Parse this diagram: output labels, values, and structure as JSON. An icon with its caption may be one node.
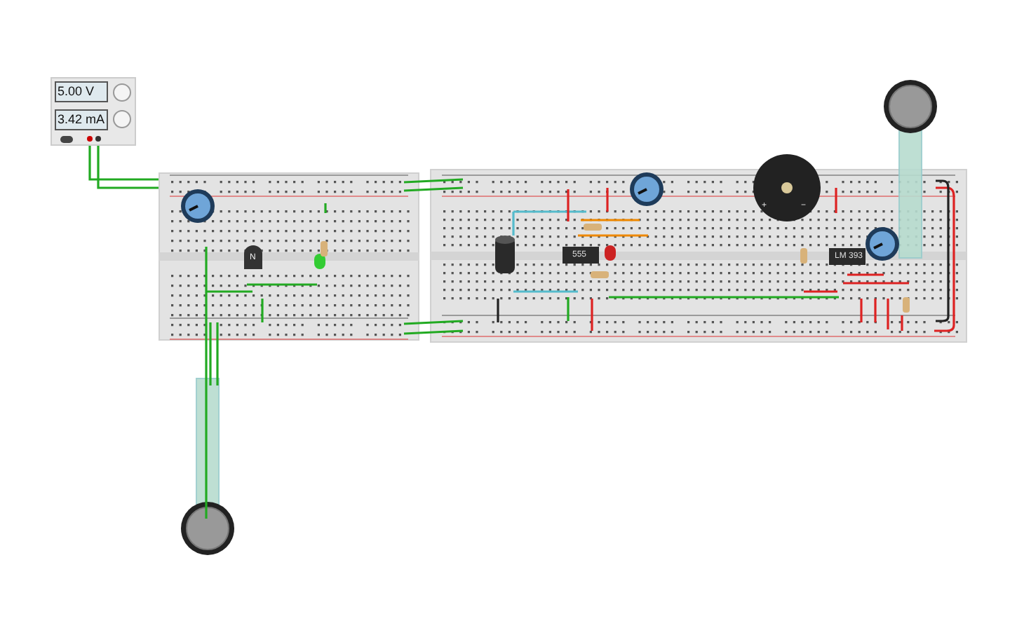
{
  "diagram": {
    "nodes": [
      {
        "text": [
          "5.00 V",
          "3.42 mA"
        ]
      },
      {
        "text": [],
        "shape": "box"
      }
    ],
    "edges": [
      {
        "from": 0,
        "to": 1,
        "arrow": "none"
      },
      {
        "from": 0,
        "to": 1,
        "arrow": "none"
      }
    ],
    "labels": [
      "+",
      "−",
      "N",
      "555",
      "LM 393"
    ]
  }
}
